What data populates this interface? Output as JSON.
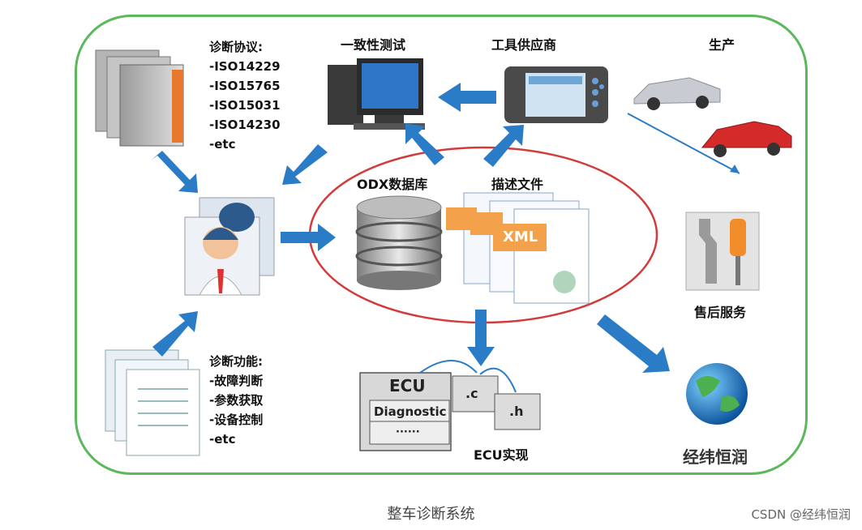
{
  "labels": {
    "conformance_test": "一致性测试",
    "tool_vendor": "工具供应商",
    "production": "生产",
    "odx_database": "ODX数据库",
    "description_file": "描述文件",
    "aftersales": "售后服务",
    "ecu_impl": "ECU实现",
    "xml": "XML",
    "ecu": "ECU",
    "diagnostic": "Diagnostic",
    "dots": "······",
    "c_file": ".c",
    "h_file": ".h"
  },
  "protocols": {
    "title": "诊断协议:",
    "items": [
      "-ISO14229",
      "-ISO15765",
      "-ISO15031",
      "-ISO14230",
      "-etc"
    ]
  },
  "functions": {
    "title": "诊断功能:",
    "items": [
      "-故障判断",
      "-参数获取",
      "-设备控制",
      "-etc"
    ]
  },
  "watermark": "经纬恒润",
  "caption": "整车诊断系统",
  "credit": "CSDN @经纬恒润",
  "colors": {
    "frame": "#5cb85c",
    "arrow": "#2a7cc6",
    "ellipse": "#d33b3b"
  }
}
